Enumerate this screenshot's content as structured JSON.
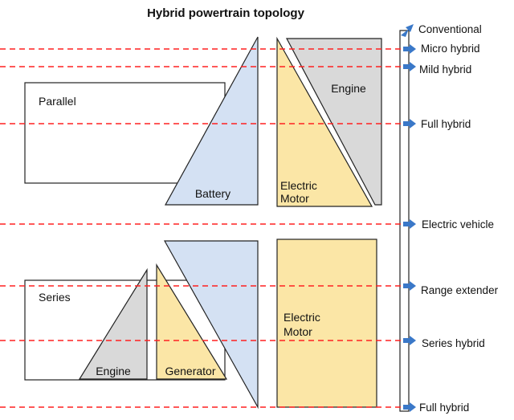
{
  "title": "Hybrid powertrain topology",
  "colors": {
    "dashed_line": "#ff2020",
    "arrow": "#3a78c8",
    "battery_fill": "#d4e1f3",
    "engine_fill": "#d9d9d9",
    "motor_fill": "#fbe6a6",
    "outline": "#222222"
  },
  "parallel": {
    "label": "Parallel",
    "battery_label": "Battery",
    "motor_label_line1": "Electric",
    "motor_label_line2": "Motor",
    "engine_label": "Engine"
  },
  "series": {
    "label": "Series",
    "engine_label": "Engine",
    "generator_label": "Generator",
    "motor_label_line1": "Electric",
    "motor_label_line2": "Motor"
  },
  "categories": [
    "Conventional",
    "Micro hybrid",
    "Mild hybrid",
    "Full hybrid",
    "Electric vehicle",
    "Range extender",
    "Series hybrid",
    "Full hybrid"
  ]
}
